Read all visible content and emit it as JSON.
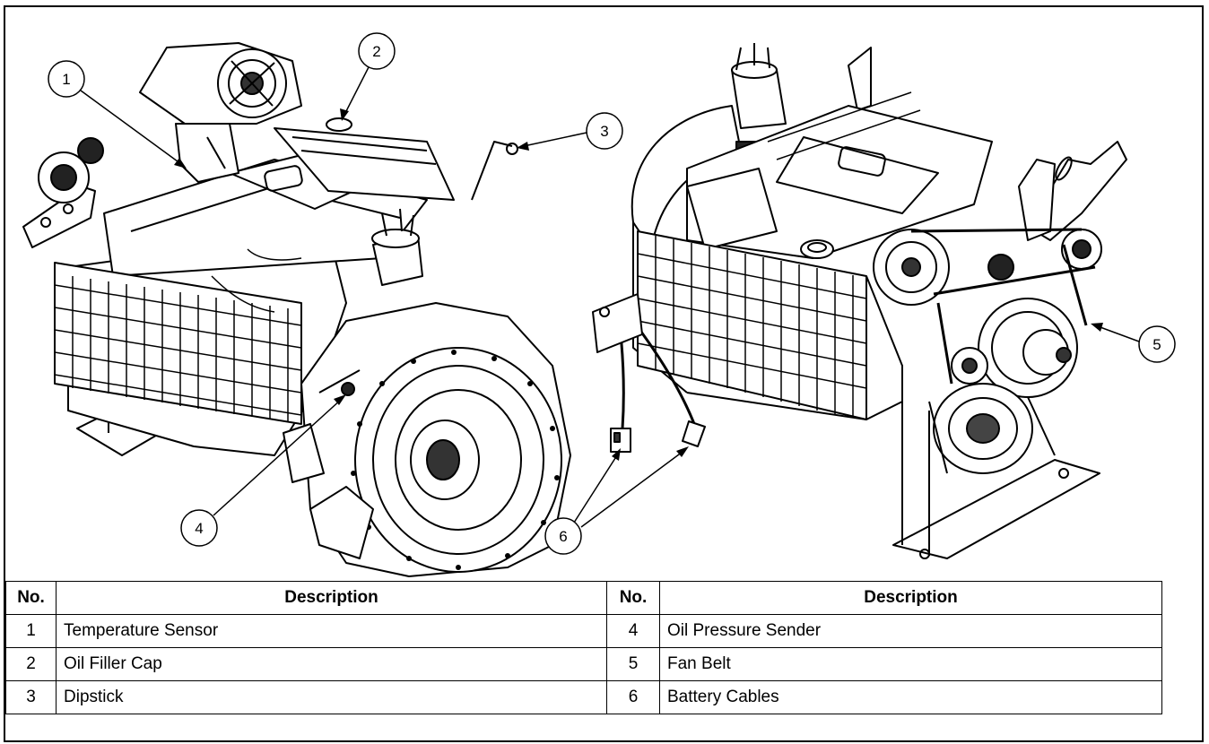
{
  "callouts": [
    {
      "number": "1"
    },
    {
      "number": "2"
    },
    {
      "number": "3"
    },
    {
      "number": "4"
    },
    {
      "number": "5"
    },
    {
      "number": "6"
    }
  ],
  "table": {
    "headers": {
      "no_left": "No.",
      "desc_left": "Description",
      "no_right": "No.",
      "desc_right": "Description"
    },
    "rows": [
      {
        "no_left": "1",
        "desc_left": "Temperature Sensor",
        "no_right": "4",
        "desc_right": "Oil Pressure Sender"
      },
      {
        "no_left": "2",
        "desc_left": "Oil Filler Cap",
        "no_right": "5",
        "desc_right": "Fan Belt"
      },
      {
        "no_left": "3",
        "desc_left": "Dipstick",
        "no_right": "6",
        "desc_right": "Battery Cables"
      }
    ]
  }
}
